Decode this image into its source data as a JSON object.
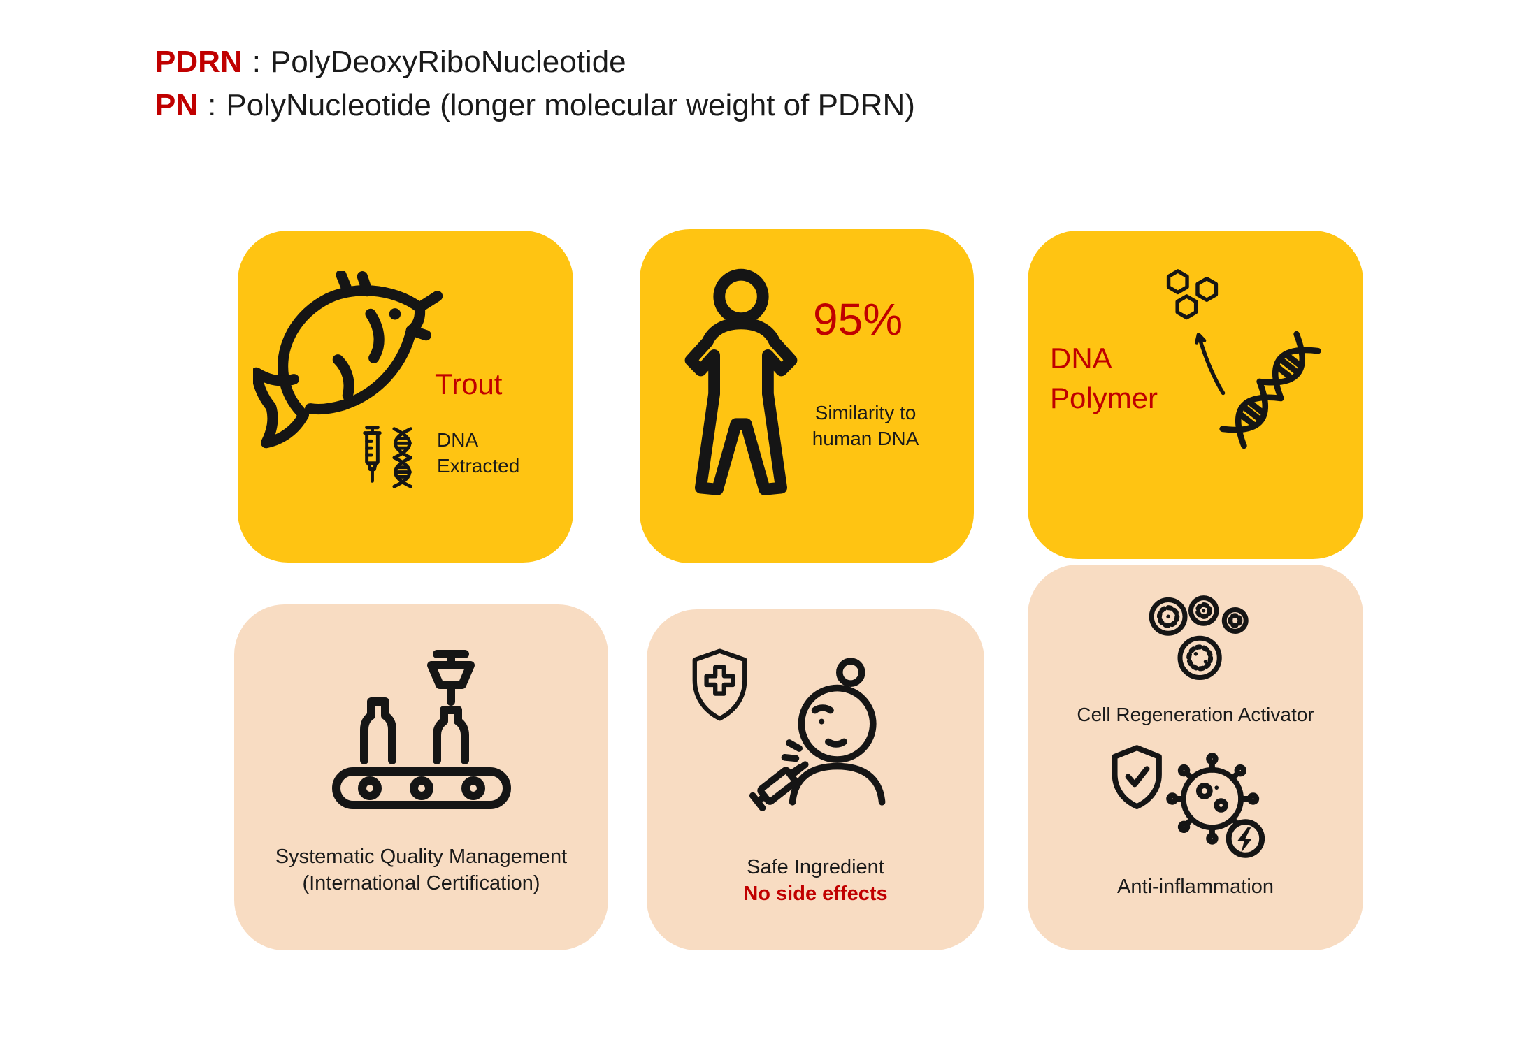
{
  "header": {
    "lines": [
      {
        "term": "PDRN",
        "separator": ":",
        "definition": "PolyDeoxyRiboNucleotide"
      },
      {
        "term": "PN",
        "separator": ":",
        "definition": "PolyNucleotide (longer molecular weight of PDRN)"
      }
    ]
  },
  "colors": {
    "card_yellow": "#FFC412",
    "card_peach": "#F8DCC2",
    "accent_red": "#C00000",
    "ink": "#1A1A1A",
    "background": "#FFFFFF"
  },
  "cards": {
    "trout": {
      "title": "Trout",
      "caption_line1": "DNA",
      "caption_line2": "Extracted",
      "icons": [
        "fish-icon",
        "syringe-icon",
        "dna-strand-icon"
      ]
    },
    "similarity": {
      "value": "95%",
      "caption_line1": "Similarity to",
      "caption_line2": "human DNA",
      "icons": [
        "person-icon"
      ]
    },
    "dna_polymer": {
      "title_line1": "DNA",
      "title_line2": "Polymer",
      "icons": [
        "molecule-hexagons-icon",
        "curved-arrow-icon",
        "dna-helix-icon"
      ]
    },
    "quality": {
      "line1": "Systematic Quality Management",
      "line2": "(International Certification)",
      "icons": [
        "conveyor-belt-icon"
      ]
    },
    "safe": {
      "line1": "Safe Ingredient",
      "line2": "No side effects",
      "icons": [
        "shield-cross-icon",
        "face-injection-icon"
      ]
    },
    "regeneration": {
      "line1": "Cell Regeneration Activator",
      "line2": "Anti-inflammation",
      "icons": [
        "cells-icon",
        "shield-check-icon",
        "inflamed-cell-icon",
        "lightning-icon"
      ]
    }
  }
}
